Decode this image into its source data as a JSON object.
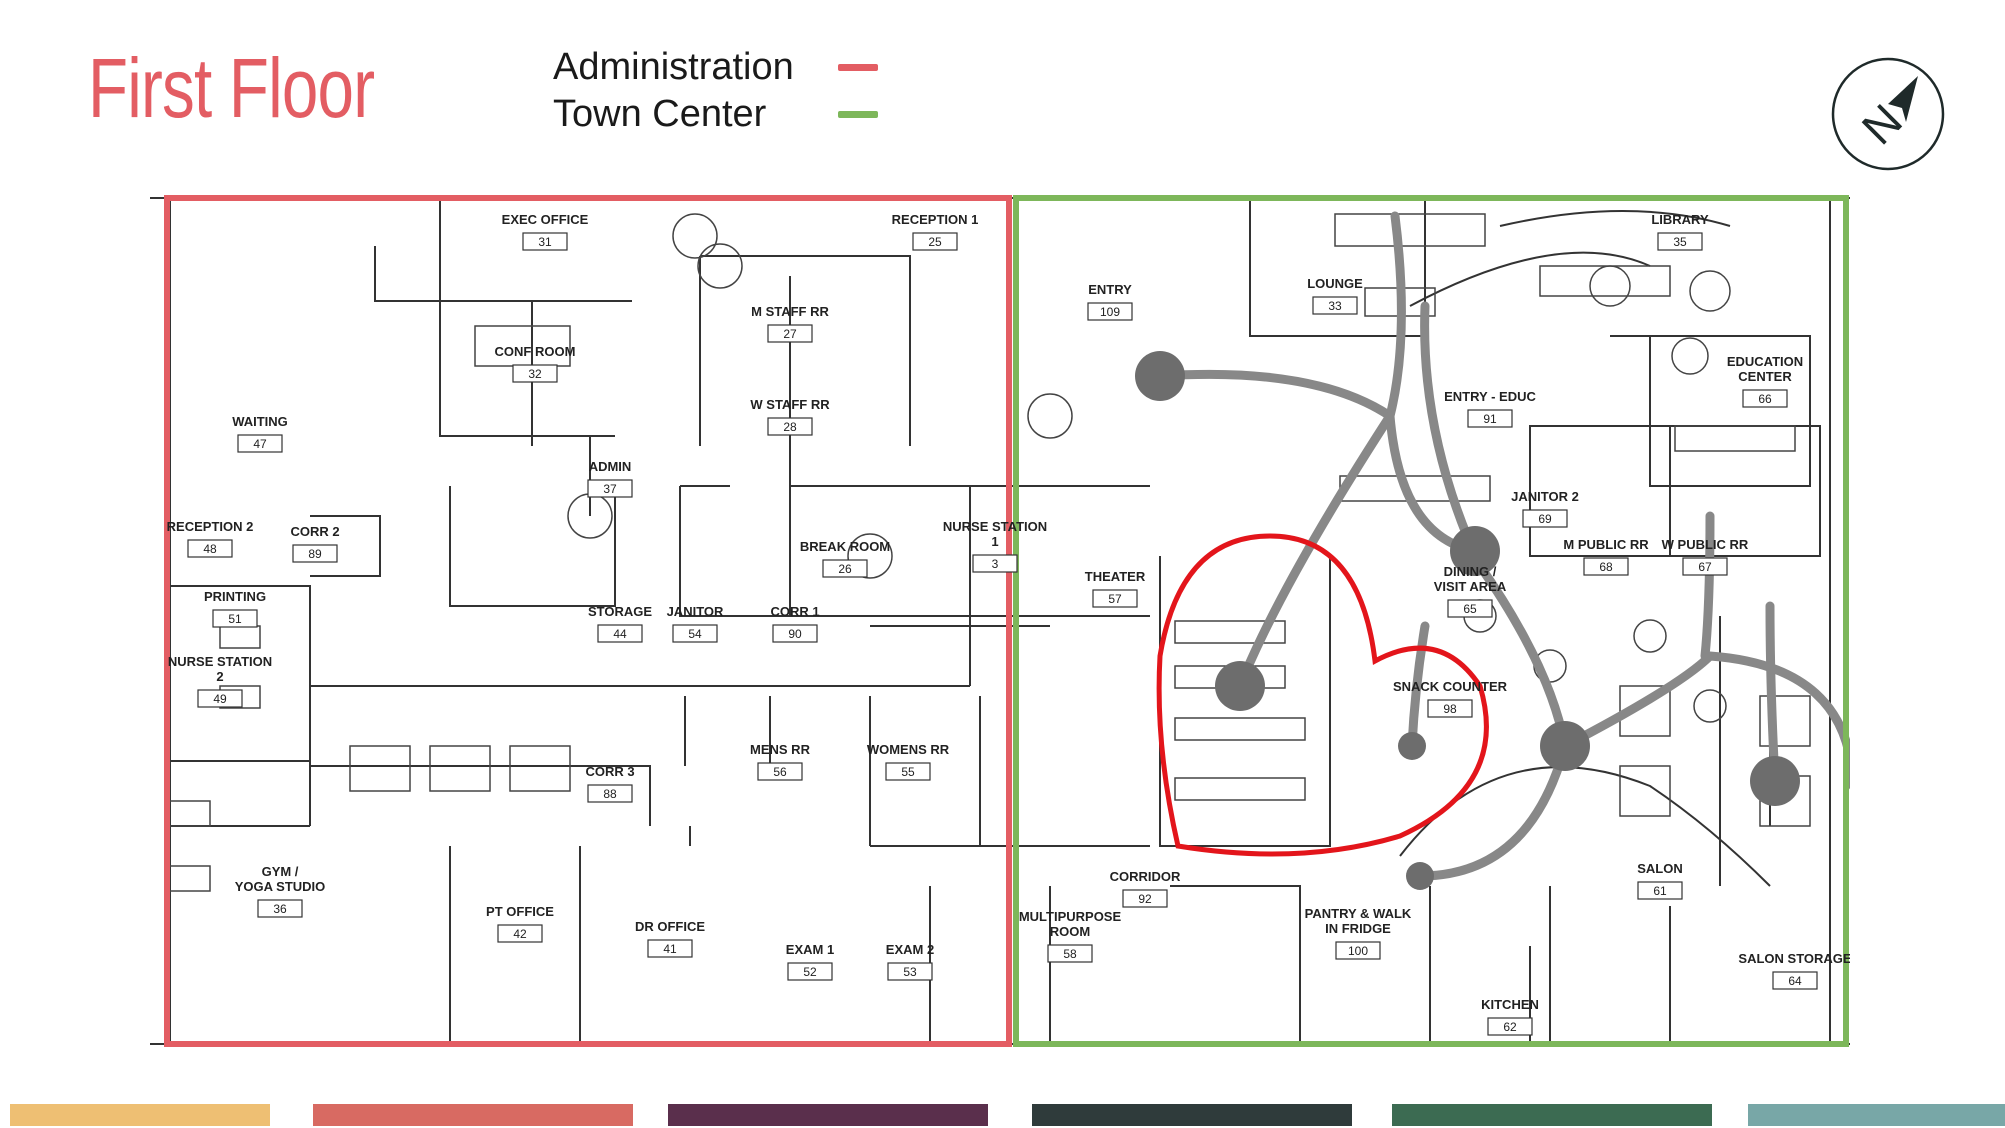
{
  "title": "First Floor",
  "colors": {
    "administration": "#e35d63",
    "town_center": "#7db75a",
    "heart": "#e3151b",
    "title": "#e35d63",
    "corridor_node": "#6d6d6d"
  },
  "legend": [
    {
      "label": "Administration",
      "color": "#e35d63"
    },
    {
      "label": "Town Center",
      "color": "#7db75a"
    }
  ],
  "compass": {
    "icon": "north-arrow-icon",
    "letter": "N"
  },
  "rooms": [
    {
      "name": "EXEC OFFICE",
      "number": "31"
    },
    {
      "name": "RECEPTION 1",
      "number": "25"
    },
    {
      "name": "CONF ROOM",
      "number": "32"
    },
    {
      "name": "M STAFF RR",
      "number": "27"
    },
    {
      "name": "W STAFF RR",
      "number": "28"
    },
    {
      "name": "WAITING",
      "number": "47"
    },
    {
      "name": "ADMIN",
      "number": "37"
    },
    {
      "name": "RECEPTION 2",
      "number": "48"
    },
    {
      "name": "CORR 2",
      "number": "89"
    },
    {
      "name": "BREAK ROOM",
      "number": "26"
    },
    {
      "name": "NURSE STATION 1",
      "number": "3"
    },
    {
      "name": "PRINTING",
      "number": "51"
    },
    {
      "name": "STORAGE",
      "number": "44"
    },
    {
      "name": "JANITOR",
      "number": "54"
    },
    {
      "name": "CORR 1",
      "number": "90"
    },
    {
      "name": "NURSE STATION 2",
      "number": "49"
    },
    {
      "name": "MENS RR",
      "number": "56"
    },
    {
      "name": "WOMENS RR",
      "number": "55"
    },
    {
      "name": "CORR 3",
      "number": "88"
    },
    {
      "name": "GYM / YOGA STUDIO",
      "number": "36"
    },
    {
      "name": "PT OFFICE",
      "number": "42"
    },
    {
      "name": "DR OFFICE",
      "number": "41"
    },
    {
      "name": "EXAM 1",
      "number": "52"
    },
    {
      "name": "EXAM 2",
      "number": "53"
    },
    {
      "name": "ENTRY",
      "number": "109"
    },
    {
      "name": "LOUNGE",
      "number": "33"
    },
    {
      "name": "LIBRARY",
      "number": "35"
    },
    {
      "name": "ENTRY - EDUC",
      "number": "91"
    },
    {
      "name": "EDUCATION CENTER",
      "number": "66"
    },
    {
      "name": "JANITOR 2",
      "number": "69"
    },
    {
      "name": "THEATER",
      "number": "57"
    },
    {
      "name": "DINING / VISIT AREA",
      "number": "65"
    },
    {
      "name": "M PUBLIC RR",
      "number": "68"
    },
    {
      "name": "W PUBLIC RR",
      "number": "67"
    },
    {
      "name": "SNACK COUNTER",
      "number": "98"
    },
    {
      "name": "CORRIDOR",
      "number": "92"
    },
    {
      "name": "SALON",
      "number": "61"
    },
    {
      "name": "MULTIPURPOSE ROOM",
      "number": "58"
    },
    {
      "name": "PANTRY & WALK IN FRIDGE",
      "number": "100"
    },
    {
      "name": "KITCHEN",
      "number": "62"
    },
    {
      "name": "SALON STORAGE",
      "number": "64"
    }
  ],
  "bottom_bar_colors": [
    "#eebf73",
    "#d86a62",
    "#5a2f4c",
    "#2f3b3b",
    "#3c6b52",
    "#78a7a7"
  ]
}
